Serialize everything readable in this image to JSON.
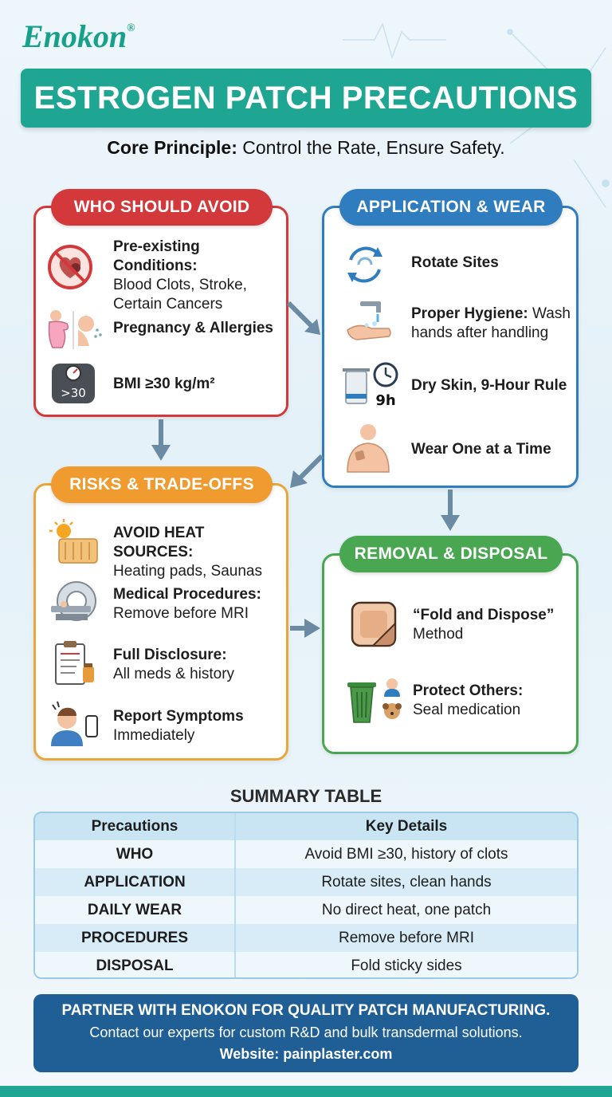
{
  "brand": {
    "name": "Enokon",
    "mark": "®"
  },
  "banner": {
    "title": "ESTROGEN PATCH PRECAUTIONS"
  },
  "principle": {
    "label": "Core Principle:",
    "text": " Control the Rate, Ensure Safety."
  },
  "sections": {
    "avoid": {
      "title": "WHO SHOULD AVOID",
      "items": [
        {
          "title": "Pre-existing Conditions:",
          "detail": "Blood Clots, Stroke, Certain Cancers",
          "icon": "no-heart-clot-icon"
        },
        {
          "title": "Pregnancy & Allergies",
          "detail": "",
          "icon": "pregnancy-allergy-icon"
        },
        {
          "title": "BMI ≥30 kg/m²",
          "detail": "",
          "icon": "scale-icon",
          "scale_text": ">30"
        }
      ]
    },
    "application": {
      "title": "APPLICATION & WEAR",
      "items": [
        {
          "title": "Rotate Sites",
          "detail": "",
          "icon": "rotate-icon"
        },
        {
          "title": "Proper Hygiene:",
          "detail": " Wash hands after handling",
          "icon": "handwash-icon"
        },
        {
          "title": "Dry Skin, 9-Hour Rule",
          "detail": "",
          "icon": "towel-clock-icon",
          "badge": "9h"
        },
        {
          "title": "Wear One at a Time",
          "detail": "",
          "icon": "body-patch-icon"
        }
      ]
    },
    "risks": {
      "title": "RISKS & TRADE-OFFS",
      "items": [
        {
          "title": "AVOID HEAT SOURCES:",
          "detail": "Heating pads, Saunas",
          "icon": "sun-heatpad-icon"
        },
        {
          "title": "Medical Procedures:",
          "detail": "Remove before MRI",
          "icon": "mri-icon"
        },
        {
          "title": "Full Disclosure:",
          "detail": "All meds & history",
          "icon": "clipboard-icon"
        },
        {
          "title": "Report Symptoms",
          "detail": "Immediately",
          "icon": "headache-phone-icon"
        }
      ]
    },
    "removal": {
      "title": "REMOVAL & DISPOSAL",
      "items": [
        {
          "title": "“Fold and Dispose”",
          "detail": "Method",
          "icon": "folded-patch-icon"
        },
        {
          "title": "Protect Others:",
          "detail": "Seal medication",
          "icon": "trash-child-dog-icon"
        }
      ]
    }
  },
  "summary": {
    "title": "SUMMARY TABLE",
    "headers": [
      "Precautions",
      "Key Details"
    ],
    "rows": [
      [
        "WHO",
        "Avoid BMI ≥30, history of clots"
      ],
      [
        "APPLICATION",
        "Rotate sites, clean hands"
      ],
      [
        "DAILY WEAR",
        "No direct heat, one patch"
      ],
      [
        "PROCEDURES",
        "Remove before MRI"
      ],
      [
        "DISPOSAL",
        "Fold sticky sides"
      ]
    ]
  },
  "footer": {
    "line1": "PARTNER WITH ENOKON FOR QUALITY PATCH MANUFACTURING.",
    "line2": "Contact our experts for custom R&D and bulk transdermal solutions.",
    "line3": "Website: painplaster.com"
  },
  "colors": {
    "teal": "#1fa693",
    "red": "#d3393a",
    "blue": "#2f7dbf",
    "orange": "#ef9b2f",
    "green": "#48a750",
    "navy": "#1f5f96"
  }
}
